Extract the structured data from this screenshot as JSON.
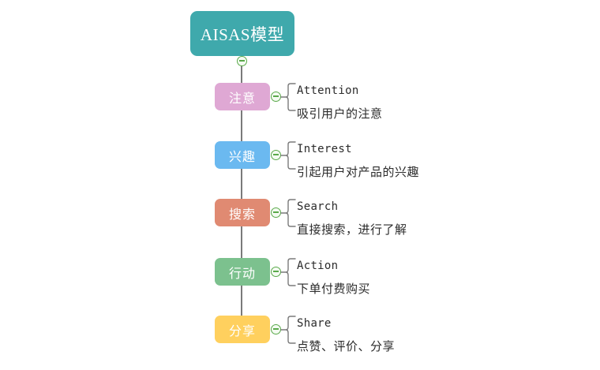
{
  "diagram": {
    "type": "mind-map",
    "root": {
      "label": "AISAS模型",
      "label_latin": "AISAS",
      "label_cjk": "模型",
      "color": "#3FA9AC"
    },
    "toggle_icon": "collapse-minus-icon",
    "trunk_color": "#7a7a7a",
    "branches": [
      {
        "label": "注意",
        "color": "#DFA8D4",
        "english": "Attention",
        "description": "吸引用户的注意"
      },
      {
        "label": "兴趣",
        "color": "#6BB9F0",
        "english": "Interest",
        "description": "引起用户对产品的兴趣"
      },
      {
        "label": "搜索",
        "color": "#E08A72",
        "english": "Search",
        "description": "直接搜索，进行了解"
      },
      {
        "label": "行动",
        "color": "#7CC18E",
        "english": "Action",
        "description": "下单付费购买"
      },
      {
        "label": "分享",
        "color": "#FFD05E",
        "english": "Share",
        "description": "点赞、评价、分享"
      }
    ]
  }
}
